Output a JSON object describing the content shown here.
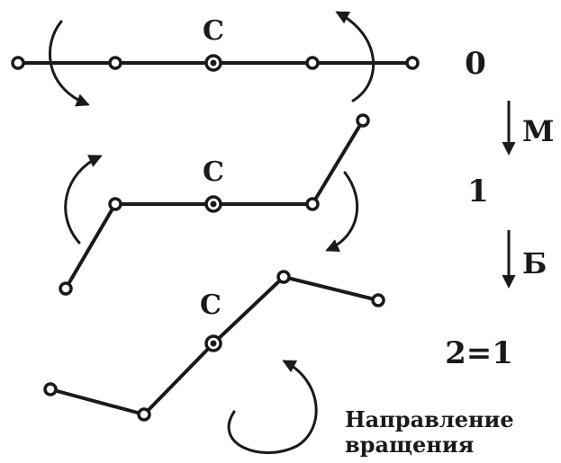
{
  "center_label": "С",
  "states": {
    "state_0": "0",
    "state_1": "1",
    "state_2": "2=1"
  },
  "transitions": {
    "first": "М",
    "second": "Б"
  },
  "caption": {
    "line1": "Направление",
    "line2": "вращения"
  }
}
